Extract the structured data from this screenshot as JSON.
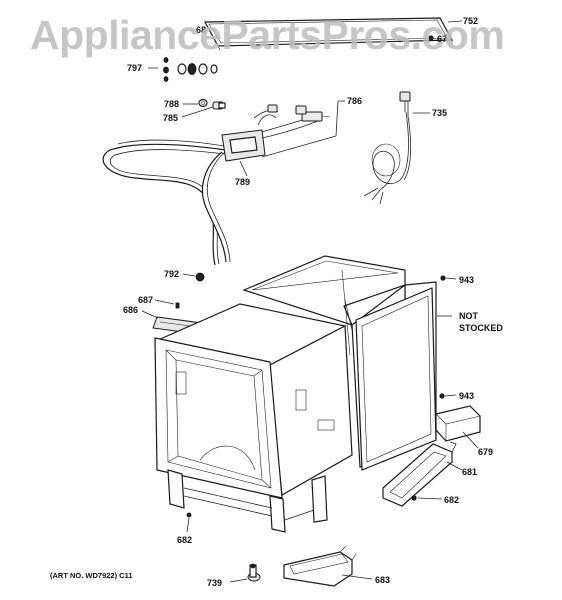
{
  "watermark": "AppliancePartsPros.com",
  "art_number": "(ART NO. WD7922) C11",
  "note": {
    "line1": "NOT",
    "line2": "STOCKED"
  },
  "labels": {
    "p752": "752",
    "p67": "67",
    "p68": "68",
    "p797": "797",
    "p786": "786",
    "p788": "788",
    "p785": "785",
    "p735": "735",
    "p789": "789",
    "p792": "792",
    "p943a": "943",
    "p687": "687",
    "p686": "686",
    "p943b": "943",
    "p679": "679",
    "p681": "681",
    "p682a": "682",
    "p682b": "682",
    "p739": "739",
    "p683": "683"
  }
}
